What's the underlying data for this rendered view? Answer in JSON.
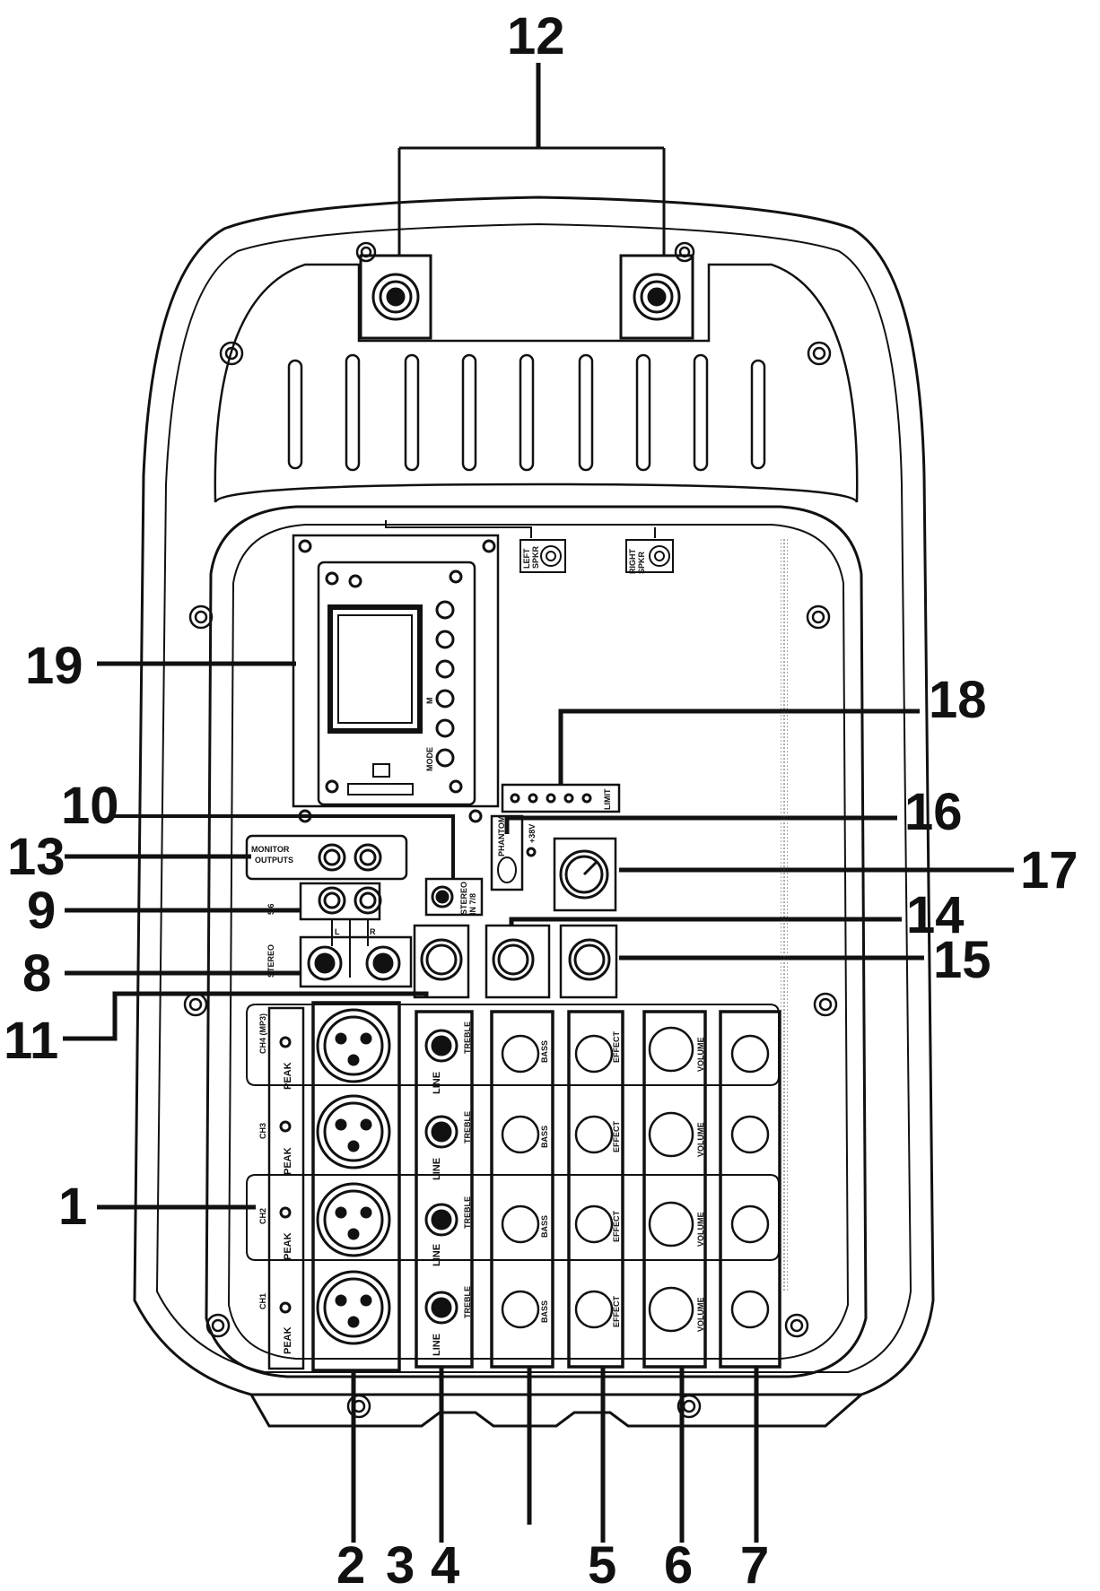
{
  "callouts": [
    "1",
    "2",
    "3",
    "4",
    "5",
    "6",
    "7",
    "8",
    "9",
    "10",
    "11",
    "12",
    "13",
    "14",
    "15",
    "16",
    "17",
    "18",
    "19"
  ],
  "panel_labels": {
    "left_spkr": [
      "LEFT",
      "SPKR"
    ],
    "right_spkr": [
      "RIGHT",
      "SPKR"
    ],
    "monitor": [
      "MONITOR",
      "OUTPUTS"
    ],
    "stereo_in_56": "5/6",
    "stereo": "STEREO",
    "left": "L",
    "right": "R",
    "stereo_in_jack": [
      "STEREO",
      "IN 7/8"
    ],
    "phantom": "PHANTOM",
    "phantom_voltage": "+38V",
    "limit": "LIMIT",
    "peak": "PEAK",
    "line": "LINE",
    "treble": "TREBLE",
    "bass": "BASS",
    "effect": "EFFECT",
    "volume": "VOLUME",
    "mode": "MODE",
    "mp3_m": "M",
    "channels": [
      "CH4 (MP3)",
      "CH3",
      "CH2",
      "CH1"
    ]
  }
}
